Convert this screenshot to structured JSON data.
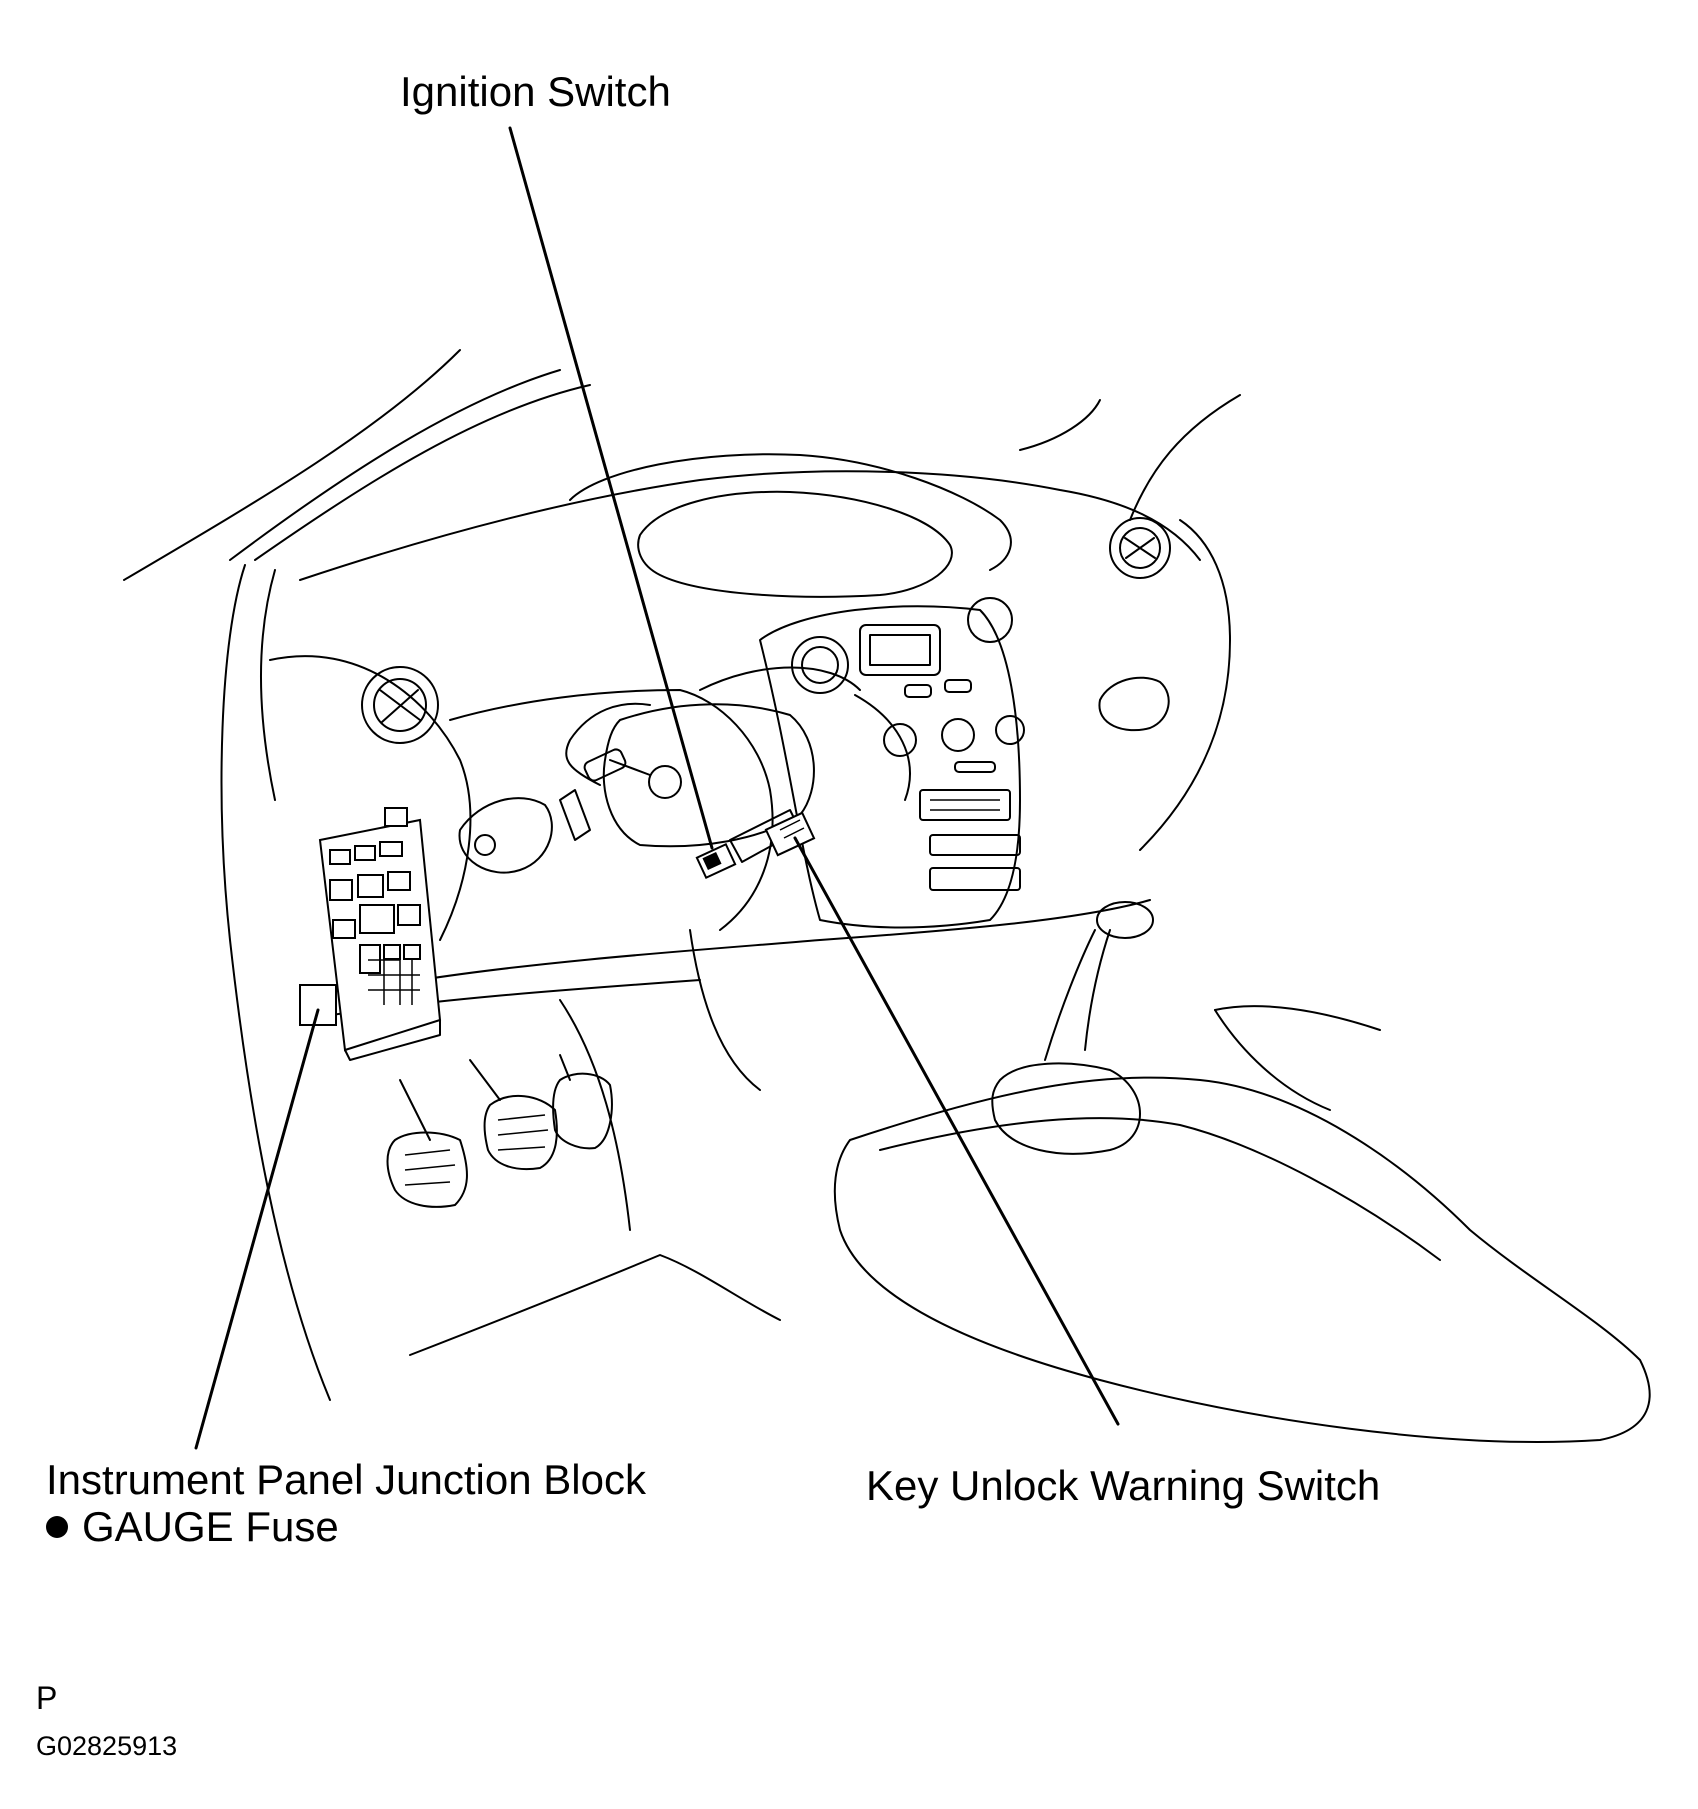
{
  "labels": {
    "ignition_switch": "Ignition Switch",
    "junction_block": "Instrument Panel Junction Block",
    "gauge_fuse": "GAUGE Fuse",
    "key_unlock_switch": "Key Unlock Warning Switch",
    "page_letter": "P",
    "figure_code": "G02825913"
  }
}
